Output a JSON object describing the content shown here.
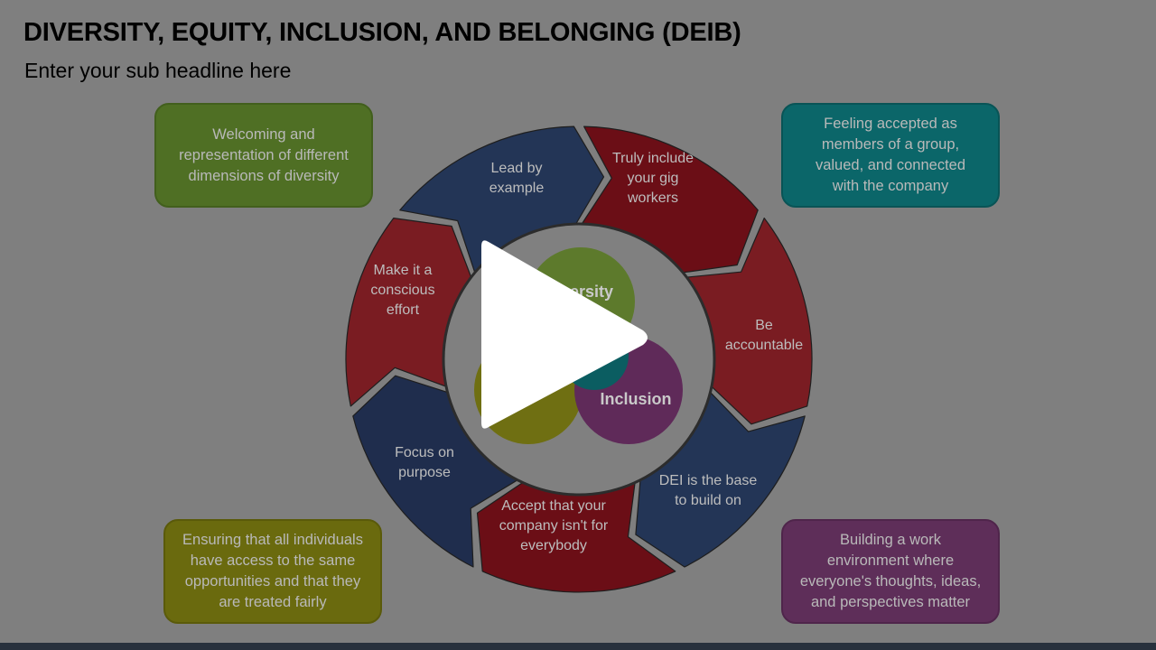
{
  "slide": {
    "title": "DIVERSITY, EQUITY, INCLUSION, AND BELONGING (DEIB)",
    "subtitle": "Enter your sub headline here"
  },
  "boxes": {
    "top_left": {
      "lines": [
        "Welcoming and",
        "representation of different",
        "dimensions of diversity"
      ],
      "color": "#4f6f24"
    },
    "top_right": {
      "lines": [
        "Feeling accepted as",
        "members of a group,",
        "valued, and connected",
        "with the company"
      ],
      "color": "#0b6669"
    },
    "bottom_left": {
      "lines": [
        "Ensuring that all individuals",
        "have access to the same",
        "opportunities and that they",
        "are treated fairly"
      ],
      "color": "#6a6a0e"
    },
    "bottom_right": {
      "lines": [
        "Building a work",
        "environment where",
        "everyone's thoughts, ideas,",
        "and perspectives matter"
      ],
      "color": "#5e2e59"
    }
  },
  "wheel": {
    "segments": [
      {
        "lines": [
          "Lead by",
          "example"
        ],
        "color": "#6b0e16"
      },
      {
        "lines": [
          "Truly include",
          "your gig",
          "workers"
        ],
        "color": "#7a1c22"
      },
      {
        "lines": [
          "Be",
          "accountable"
        ],
        "color": "#233556"
      },
      {
        "lines": [
          "DEI is the base",
          "to build on"
        ],
        "color": "#6b0e16"
      },
      {
        "lines": [
          "Accept that your",
          "company isn't for",
          "everybody"
        ],
        "color": "#1f2d4d"
      },
      {
        "lines": [
          "Focus on",
          "purpose"
        ],
        "color": "#7a1c22"
      },
      {
        "lines": [
          "Make it a",
          "conscious",
          "effort"
        ],
        "color": "#233556"
      }
    ]
  },
  "venn": {
    "diversity": {
      "label": "Diversity",
      "visible_text": "ersity",
      "color": "#5d7a2c"
    },
    "inclusion": {
      "label": "Inclusion",
      "color": "#5f2a59"
    },
    "equity": {
      "color": "#6f6f12"
    },
    "center": {
      "color": "#0b5d61"
    }
  },
  "player": {
    "play_icon": "play-icon"
  }
}
